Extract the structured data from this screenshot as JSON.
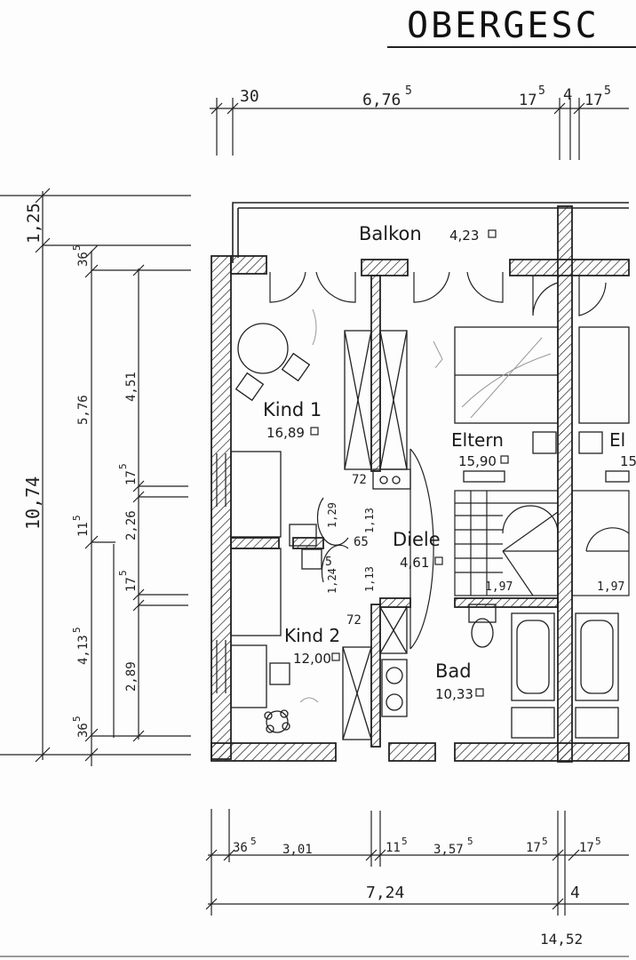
{
  "title": "OBERGESC",
  "rooms": {
    "balkon": {
      "name": "Balkon",
      "area": "4,23"
    },
    "kind1": {
      "name": "Kind 1",
      "area": "16,89"
    },
    "eltern": {
      "name": "Eltern",
      "area": "15,90"
    },
    "eltern2": {
      "name": "El",
      "area": "15"
    },
    "diele": {
      "name": "Diele",
      "area": "4,61"
    },
    "kind2": {
      "name": "Kind 2",
      "area": "12,00"
    },
    "bad": {
      "name": "Bad",
      "area": "10,33"
    }
  },
  "dims_top": {
    "d30": "30",
    "d6765": "6,76",
    "d6765_sup": "5",
    "d175a": "17",
    "d175a_sup": "5",
    "d4": "4",
    "d175b": "17",
    "d175b_sup": "5"
  },
  "dims_left": {
    "total": "10,74",
    "d125": "1,25",
    "d365a": "36",
    "d365a_sup": "5",
    "d576": "5,76",
    "d451": "4,51",
    "d175a": "17",
    "d175a_sup": "5",
    "d115": "11",
    "d115_sup": "5",
    "d226": "2,26",
    "d175b": "17",
    "d175b_sup": "5",
    "d4135": "4,13",
    "d4135_sup": "5",
    "d289": "2,89",
    "d365b": "36",
    "d365b_sup": "5"
  },
  "dims_inner": {
    "d72a": "72",
    "d129": "1,29",
    "d113a": "1,13",
    "d65": "65",
    "d124": "1,24",
    "d5": "5",
    "d113b": "1,13",
    "d72b": "72",
    "d197a": "1,97",
    "d197b": "1,97"
  },
  "dims_bottom": {
    "d365": "36",
    "d365_sup": "5",
    "d301": "3,01",
    "d115": "11",
    "d115_sup": "5",
    "d3575": "3,57",
    "d3575_sup": "5",
    "d175a": "17",
    "d175a_sup": "5",
    "d175b": "17",
    "d175b_sup": "5",
    "d724": "7,24",
    "d4": "4",
    "d1452": "14,52"
  }
}
